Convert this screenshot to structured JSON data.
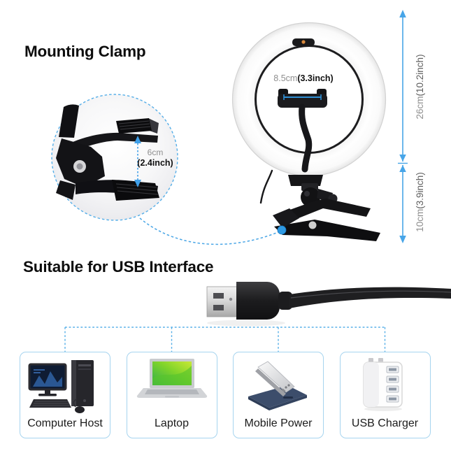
{
  "headings": {
    "mounting_clamp": "Mounting Clamp",
    "usb_interface": "Suitable for USB Interface"
  },
  "dimensions": {
    "phone_holder": {
      "metric": "8.5cm",
      "imperial": "(3.3inch)"
    },
    "ring_diameter": {
      "metric": "26cm",
      "imperial": "(10.2inch)"
    },
    "mount_height": {
      "metric": "10cm",
      "imperial": "(3.9inch)"
    },
    "clamp_gap": {
      "metric": "6cm",
      "imperial": "(2.4inch)"
    }
  },
  "devices": [
    {
      "label": "Computer Host",
      "icon": "desktop-computer-icon"
    },
    {
      "label": "Laptop",
      "icon": "laptop-icon"
    },
    {
      "label": "Mobile Power",
      "icon": "power-bank-icon"
    },
    {
      "label": "USB Charger",
      "icon": "usb-charger-icon"
    }
  ],
  "colors": {
    "accent_blue": "#42a4e8",
    "dashed_blue": "#58b0e8",
    "marker_blue": "#2f9ae3",
    "box_border": "#a6d4ef",
    "gray_text": "#8f8f8f",
    "heading_text": "#0d0d0d"
  }
}
